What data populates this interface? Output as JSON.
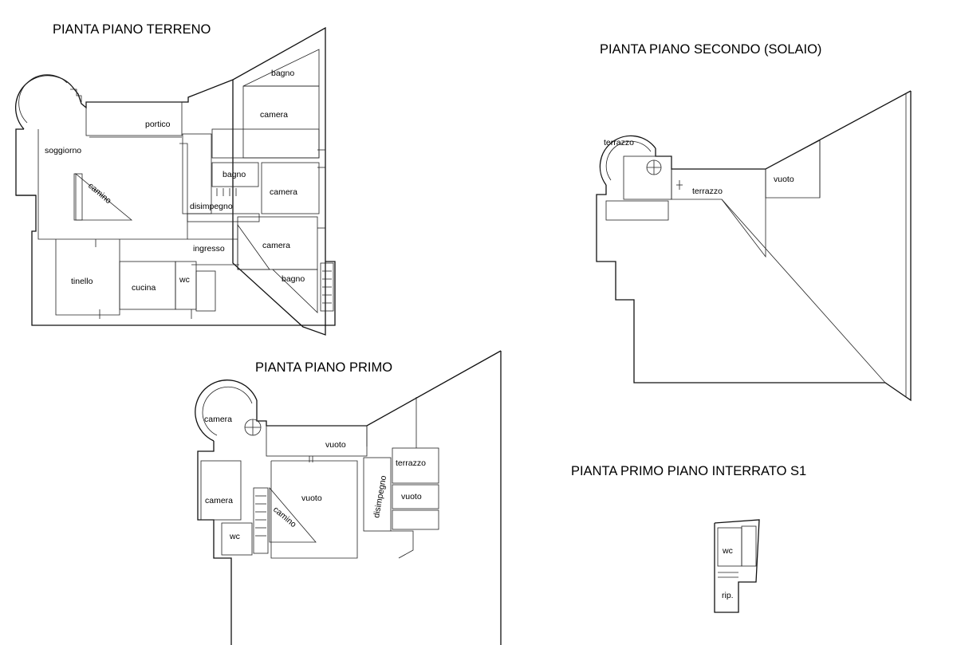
{
  "titles": {
    "ground_floor": "PIANTA  PIANO TERRENO",
    "second_floor": "PIANTA  PIANO SECONDO (SOLAIO)",
    "first_floor": "PIANTA  PIANO PRIMO",
    "basement": "PIANTA  PRIMO PIANO INTERRATO   S1"
  },
  "ground_floor_rooms": {
    "bagno_top": "bagno",
    "camera_1": "camera",
    "portico": "portico",
    "soggiorno": "soggiorno",
    "bagno_mid": "bagno",
    "camera_2": "camera",
    "camino": "camino",
    "disimpegno": "disimpegno",
    "camera_3": "camera",
    "ingresso": "ingresso",
    "tinello": "tinello",
    "cucina": "cucina",
    "wc": "wc",
    "bagno_bottom": "bagno"
  },
  "second_floor_rooms": {
    "terrazzo_round": "terrazzo",
    "terrazzo": "terrazzo",
    "vuoto": "vuoto"
  },
  "first_floor_rooms": {
    "camera_round": "camera",
    "vuoto_top": "vuoto",
    "terrazzo": "terrazzo",
    "camera": "camera",
    "vuoto_main": "vuoto",
    "disimpegno": "disimpegno",
    "vuoto_small": "vuoto",
    "camino": "camino",
    "wc": "wc"
  },
  "basement_rooms": {
    "wc": "wc",
    "rip": "rip."
  }
}
